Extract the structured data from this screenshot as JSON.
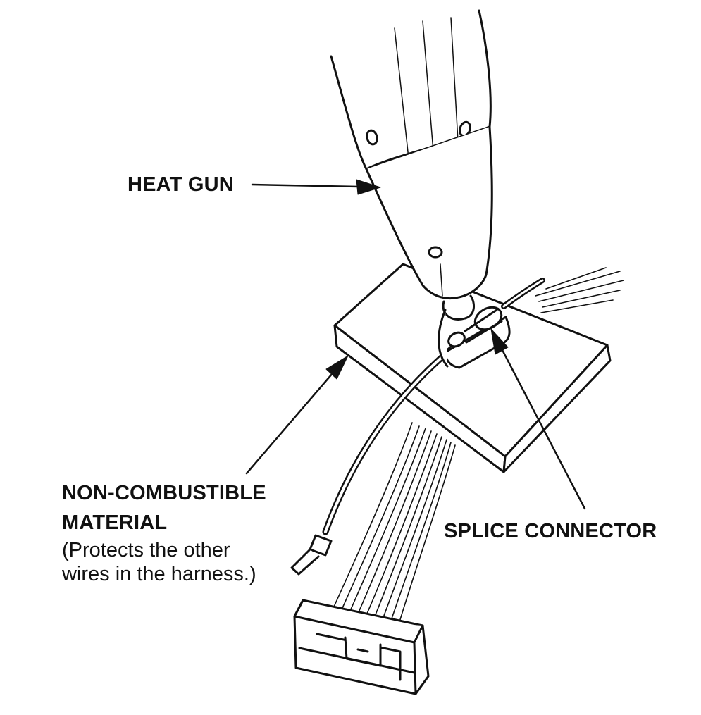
{
  "labels": {
    "heat_gun": "HEAT GUN",
    "non_combustible_line1": "NON-COMBUSTIBLE",
    "non_combustible_line2": "MATERIAL",
    "non_combustible_note": "(Protects the other wires in the harness.)",
    "splice_connector": "SPLICE CONNECTOR"
  },
  "colors": {
    "ink": "#111111",
    "background": "#ffffff"
  }
}
